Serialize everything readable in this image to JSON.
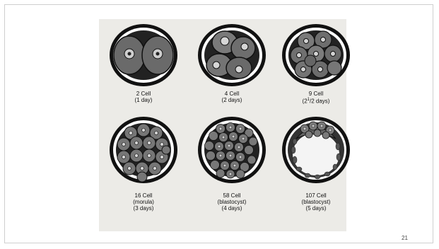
{
  "page_number": "21",
  "stages": [
    {
      "line1": "2 Cell",
      "line2": "(1 day)",
      "line3": ""
    },
    {
      "line1": "4 Cell",
      "line2": "(2 days)",
      "line3": ""
    },
    {
      "line1": "9 Cell",
      "line2_pre": "(2",
      "line2_sup": "1",
      "line2_post": "/2 days)",
      "line3": ""
    },
    {
      "line1": "16 Cell",
      "line2": "(morula)",
      "line3": "(3 days)"
    },
    {
      "line1": "58 Cell",
      "line2": "(blastocyst)",
      "line3": "(4 days)"
    },
    {
      "line1": "107 Cell",
      "line2": "(blastocyst)",
      "line3": "(5 days)"
    }
  ]
}
